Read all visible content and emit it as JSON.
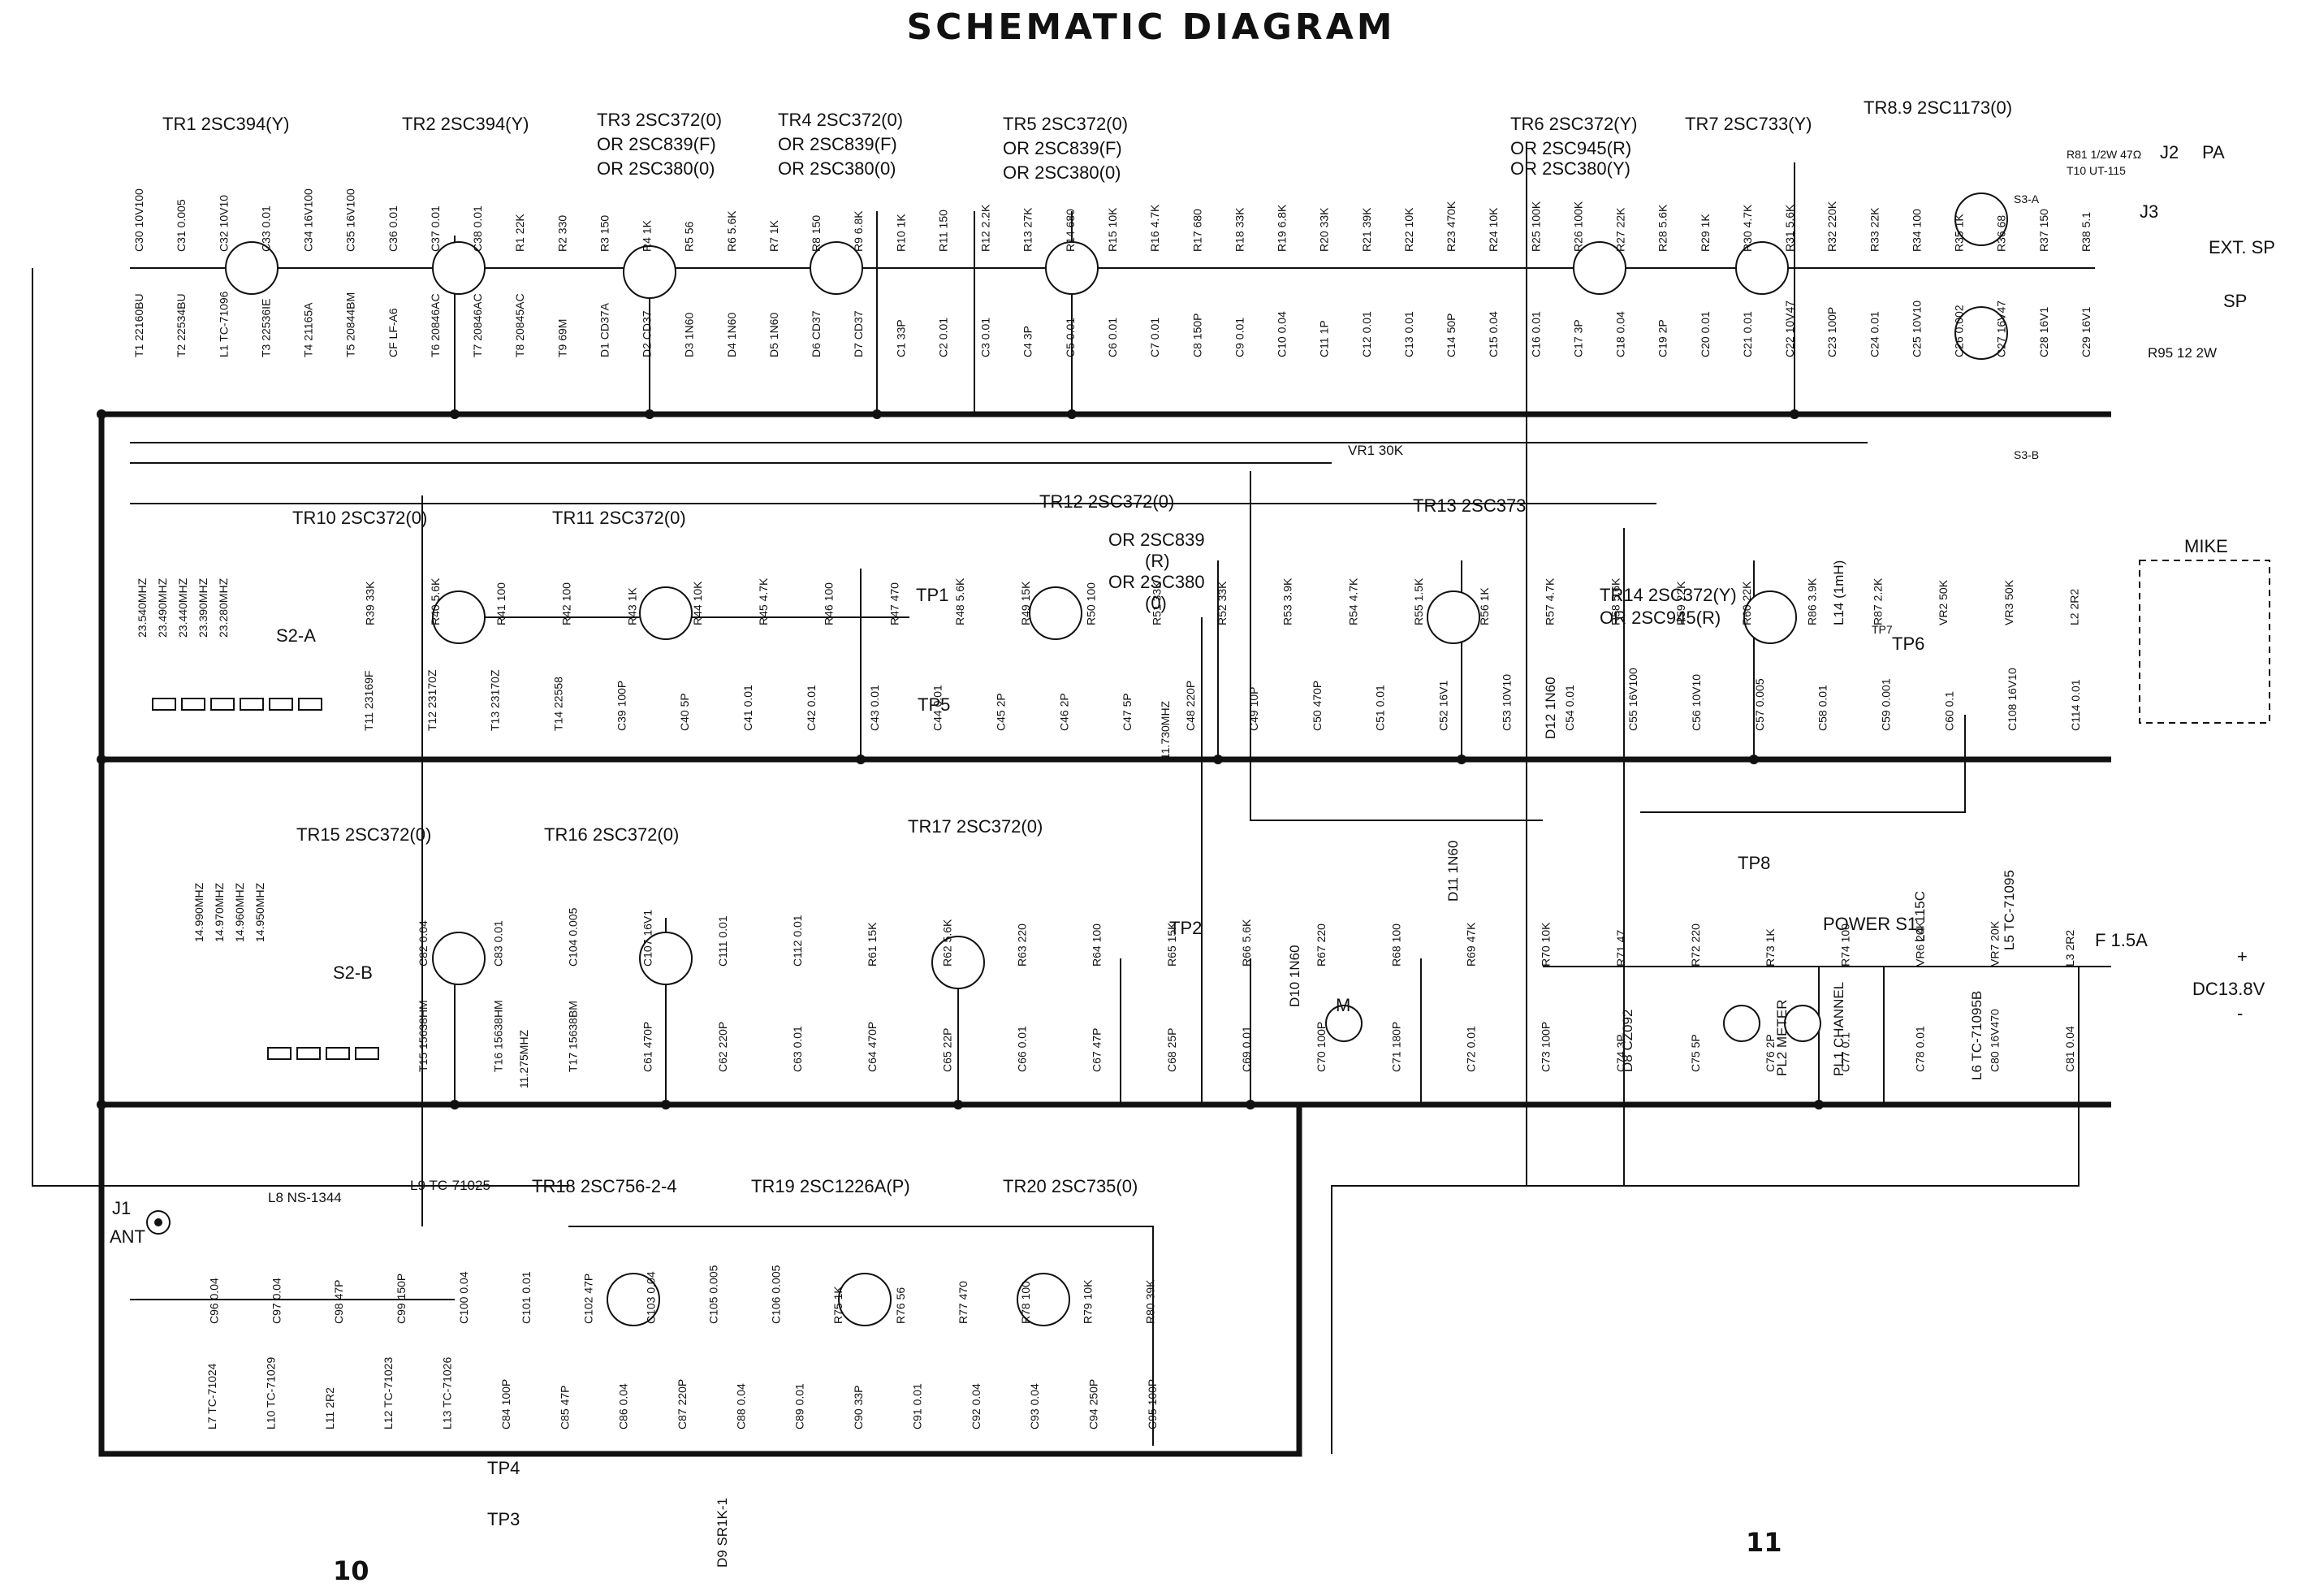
{
  "title": "SCHEMATIC DIAGRAM",
  "page_numbers": {
    "left": "10",
    "right": "11"
  },
  "stages": [
    {
      "label": "TR1 2SC394(Y)"
    },
    {
      "label": "TR2 2SC394(Y)"
    },
    {
      "label": "TR3 2SC372(0)",
      "alt": [
        "OR 2SC839(F)",
        "OR 2SC380(0)"
      ]
    },
    {
      "label": "TR4 2SC372(0)",
      "alt": [
        "OR 2SC839(F)",
        "OR 2SC380(0)"
      ]
    },
    {
      "label": "TR5 2SC372(0)",
      "alt": [
        "OR 2SC839(F)",
        "OR 2SC380(0)"
      ]
    },
    {
      "label": "TR6 2SC372(Y)",
      "alt": [
        "OR 2SC945(R)",
        "OR 2SC380(Y)"
      ]
    },
    {
      "label": "TR7 2SC733(Y)"
    },
    {
      "label": "TR8.9 2SC1173(0)"
    },
    {
      "label": "TR10 2SC372(0)"
    },
    {
      "label": "TR11 2SC372(0)"
    },
    {
      "label": "TR12 2SC372(0)",
      "alt": [
        "OR 2SC839",
        "(R)",
        "OR 2SC380",
        "(0)"
      ]
    },
    {
      "label": "TR13 2SC373"
    },
    {
      "label": "TR14 2SC372(Y)",
      "alt": [
        "OR 2SC945(R)"
      ]
    },
    {
      "label": "TR15 2SC372(0)"
    },
    {
      "label": "TR16 2SC372(0)"
    },
    {
      "label": "TR17 2SC372(0)"
    },
    {
      "label": "TR18 2SC756-2-4"
    },
    {
      "label": "TR19 2SC1226A(P)"
    },
    {
      "label": "TR20 2SC735(0)"
    }
  ],
  "crystals_rx": [
    "23.540MHZ",
    "23.490MHZ",
    "23.440MHZ",
    "23.390MHZ",
    "23.280MHZ"
  ],
  "crystals_tx": [
    "14.990MHZ",
    "14.970MHZ",
    "14.960MHZ",
    "14.950MHZ"
  ],
  "crystal_single": [
    "11.730MHZ",
    "11.275MHZ"
  ],
  "switches": [
    "S2-A",
    "S2-B",
    "POWER S1",
    "S3-B",
    "S3-A"
  ],
  "connectors": [
    {
      "id": "J1",
      "label": "ANT"
    },
    {
      "id": "J2",
      "label": "PA"
    },
    {
      "id": "J3",
      "label": "EXT. SP"
    },
    {
      "id": "SP",
      "label": "SP"
    },
    {
      "id": "MIKE",
      "label": "MIKE"
    }
  ],
  "test_points": [
    "TP1",
    "TP2",
    "TP3",
    "TP4",
    "TP5",
    "TP6",
    "TP7",
    "TP8"
  ],
  "power": {
    "fuse": "F 1.5A",
    "supply": "DC13.8V",
    "plus": "+",
    "minus": "-"
  },
  "indicators": [
    "PL2 METER",
    "PL1 CHANNEL",
    "M"
  ],
  "misc": [
    "R95 12 2W",
    "VR1 30K",
    "R81 1/2W 47Ω",
    "T10 UT-115",
    "D8 CZ092",
    "L6 TC-71095B",
    "L5 TC-71095",
    "L4 115C",
    "L8 NS-1344",
    "L9 TC-71025",
    "D9 SR1K-1",
    "L14 (1mH)",
    "D12 1N60",
    "D11 1N60",
    "D10 1N60"
  ],
  "parts": {
    "row1": [
      "T1 22160BU",
      "T2 22534BU",
      "L1 TC-71096",
      "T3 22536IE",
      "T4 21165A",
      "T5 20844BM",
      "CF LF-A6",
      "T6 20846AC",
      "T7 20846AC",
      "T8 20845AC",
      "T9 69M",
      "D1 CD37A",
      "D2 CD37",
      "D3 1N60",
      "D4 1N60",
      "D5 1N60",
      "D6 CD37",
      "D7 CD37",
      "C1 33P",
      "C2 0.01",
      "C3 0.01",
      "C4 3P",
      "C5 0.01",
      "C6 0.01",
      "C7 0.01",
      "C8 150P",
      "C9 0.01",
      "C10 0.04",
      "C11 1P",
      "C12 0.01",
      "C13 0.01",
      "C14 50P",
      "C15 0.04",
      "C16 0.01",
      "C17 3P",
      "C18 0.04",
      "C19 2P",
      "C20 0.01",
      "C21 0.01",
      "C22 10V47",
      "C23 100P",
      "C24 0.01",
      "C25 10V10",
      "C26 0.002",
      "C27 16V47",
      "C28 16V1",
      "C29 16V1",
      "C30 10V100",
      "C31 0.005",
      "C32 10V10",
      "C33 0.01",
      "C34 16V100",
      "C35 16V100",
      "C36 0.01",
      "C37 0.01",
      "C38 0.01",
      "R1 22K",
      "R2 330",
      "R3 150",
      "R4 1K",
      "R5 56",
      "R6 5.6K",
      "R7 1K",
      "R8 150",
      "R9 6.8K",
      "R10 1K",
      "R11 150",
      "R12 2.2K",
      "R13 27K",
      "R14 680",
      "R15 10K",
      "R16 4.7K",
      "R17 680",
      "R18 33K",
      "R19 6.8K",
      "R20 33K",
      "R21 39K",
      "R22 10K",
      "R23 470K",
      "R24 10K",
      "R25 100K",
      "R26 100K",
      "R27 22K",
      "R28 5.6K",
      "R29 1K",
      "R30 4.7K",
      "R31 5.6K",
      "R32 220K",
      "R33 22K",
      "R34 100",
      "R35 1K",
      "R36 68",
      "R37 150",
      "R38 5.1"
    ],
    "row2": [
      "T11 23169F",
      "T12 23170Z",
      "T13 23170Z",
      "T14 22558",
      "C39 100P",
      "C40 5P",
      "C41 0.01",
      "C42 0.01",
      "C43 0.01",
      "C44 0.01",
      "C45 2P",
      "C46 2P",
      "C47 5P",
      "C48 220P",
      "C49 10P",
      "C50 470P",
      "C51 0.01",
      "C52 16V1",
      "C53 10V10",
      "C54 0.01",
      "C55 16V100",
      "C56 10V10",
      "C57 0.005",
      "C58 0.01",
      "C59 0.001",
      "C60 0.1",
      "C108 16V10",
      "C114 0.01",
      "R39 33K",
      "R40 5.6K",
      "R41 100",
      "R42 100",
      "R43 1K",
      "R44 10K",
      "R45 4.7K",
      "R46 100",
      "R47 470",
      "R48 5.6K",
      "R49 15K",
      "R50 100",
      "R51 33K",
      "R52 33K",
      "R53 3.9K",
      "R54 4.7K",
      "R55 1.5K",
      "R56 1K",
      "R57 4.7K",
      "R58 5.6K",
      "R59 22K",
      "R60 22K",
      "R86 3.9K",
      "R87 2.2K",
      "VR2 50K",
      "VR3 50K",
      "L2 2R2"
    ],
    "row3": [
      "T15 15638HM",
      "T16 15638HM",
      "T17 15638BM",
      "C61 470P",
      "C62 220P",
      "C63 0.01",
      "C64 470P",
      "C65 22P",
      "C66 0.01",
      "C67 47P",
      "C68 25P",
      "C69 0.01",
      "C70 100P",
      "C71 180P",
      "C72 0.01",
      "C73 100P",
      "C74 3P",
      "C75 5P",
      "C76 2P",
      "C77 0.1",
      "C78 0.01",
      "C80 16V470",
      "C81 0.04",
      "C82 0.04",
      "C83 0.01",
      "C104 0.005",
      "C107 16V1",
      "C111 0.01",
      "C112 0.01",
      "R61 15K",
      "R62 5.6K",
      "R63 220",
      "R64 100",
      "R65 15K",
      "R66 5.6K",
      "R67 220",
      "R68 100",
      "R69 47K",
      "R70 10K",
      "R71 47",
      "R72 220",
      "R73 1K",
      "R74 100",
      "VR6 20K",
      "VR7 20K",
      "L3 2R2"
    ],
    "row4": [
      "L7 TC-71024",
      "L10 TC-71029",
      "L11 2R2",
      "L12 TC-71023",
      "L13 TC-71026",
      "C84 100P",
      "C85 47P",
      "C86 0.04",
      "C87 220P",
      "C88 0.04",
      "C89 0.01",
      "C90 33P",
      "C91 0.01",
      "C92 0.04",
      "C93 0.04",
      "C94 250P",
      "C95 100P",
      "C96 0.04",
      "C97 0.04",
      "C98 47P",
      "C99 150P",
      "C100 0.04",
      "C101 0.01",
      "C102 47P",
      "C103 0.04",
      "C105 0.005",
      "C106 0.005",
      "R75 1K",
      "R76 56",
      "R77 470",
      "R78 100",
      "R79 10K",
      "R80 39K"
    ]
  }
}
